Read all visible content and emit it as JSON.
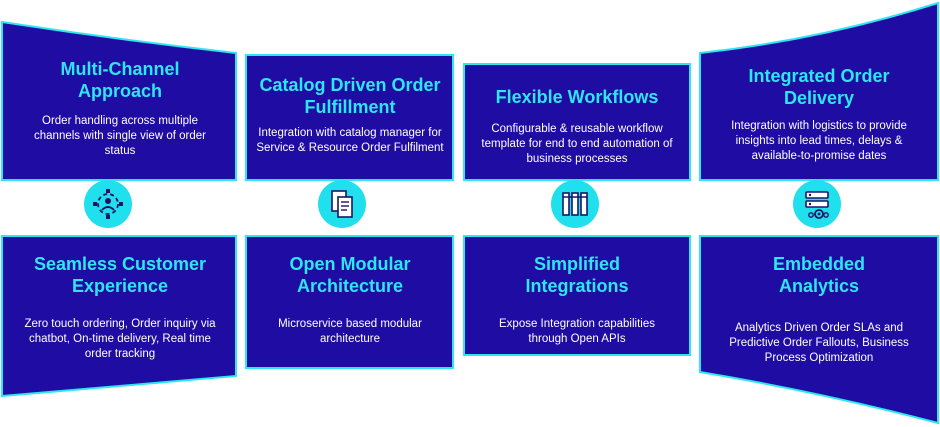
{
  "colors": {
    "panel": "#1f0ca3",
    "border": "#2ee6f0",
    "title": "#2ee6f0",
    "text": "#ffffff",
    "icon_bg": "#1fe0ec"
  },
  "top_cards": [
    {
      "title": "Multi-Channel Approach",
      "description": "Order handling across multiple channels with single view of order status"
    },
    {
      "title": "Catalog Driven Order Fulfillment",
      "description": "Integration with catalog manager for Service & Resource Order Fulfilment"
    },
    {
      "title": "Flexible Workflows",
      "description": "Configurable & reusable workflow template for end to end automation of business processes"
    },
    {
      "title": "Integrated Order Delivery",
      "description": "Integration with logistics to provide insights into lead times, delays & available-to-promise dates"
    }
  ],
  "bottom_cards": [
    {
      "title": "Seamless Customer Experience",
      "description": "Zero touch ordering, Order inquiry via chatbot, On-time delivery, Real time order tracking"
    },
    {
      "title": "Open Modular Architecture",
      "description": "Microservice based modular architecture"
    },
    {
      "title": "Simplified Integrations",
      "description": "Expose Integration capabilities through Open APIs"
    },
    {
      "title": "Embedded Analytics",
      "description": "Analytics Driven Order SLAs and Predictive Order Fallouts, Business Process Optimization"
    }
  ],
  "icons": [
    "omnichannel-icon",
    "catalog-documents-icon",
    "workflow-columns-icon",
    "delivery-server-icon"
  ]
}
